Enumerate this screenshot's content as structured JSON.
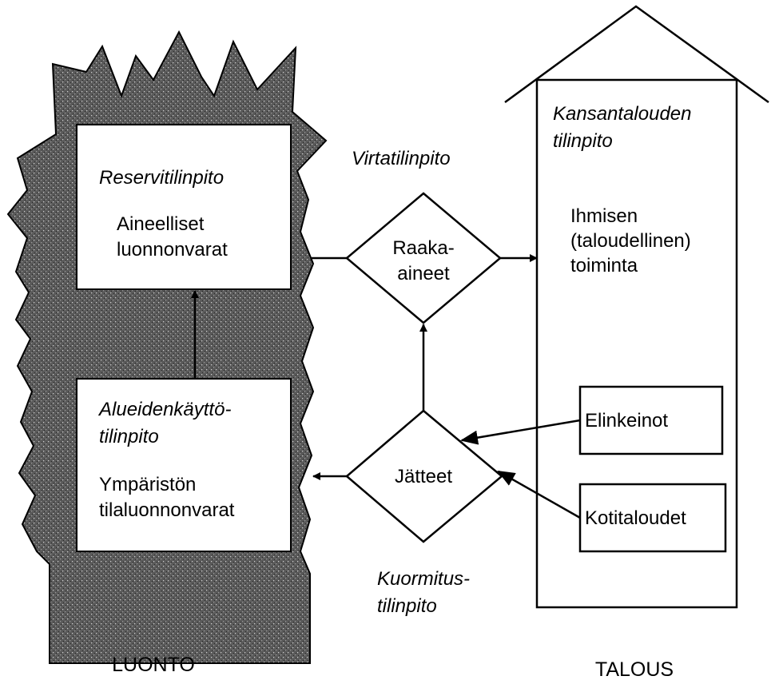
{
  "nature": {
    "reserve": {
      "title": "Reservitilinpito",
      "line1": "Aineelliset",
      "line2": "luonnonvarat"
    },
    "landuse": {
      "title1": "Alueidenkäyttö-",
      "title2": "tilinpito",
      "line1": "Ympäristön",
      "line2": "tilaluonnonvarat"
    },
    "caption": "LUONTO"
  },
  "flows": {
    "flow_accounting": "Virtatilinpito",
    "raw_materials1": "Raaka-",
    "raw_materials2": "aineet",
    "waste": "Jätteet",
    "load_accounting1": "Kuormitus-",
    "load_accounting2": "tilinpito"
  },
  "economy": {
    "title1": "Kansantalouden",
    "title2": "tilinpito",
    "activity1": "Ihmisen",
    "activity2": "(taloudellinen)",
    "activity3": "toiminta",
    "industries": "Elinkeinot",
    "households": "Kotitaloudet",
    "caption": "TALOUS"
  }
}
